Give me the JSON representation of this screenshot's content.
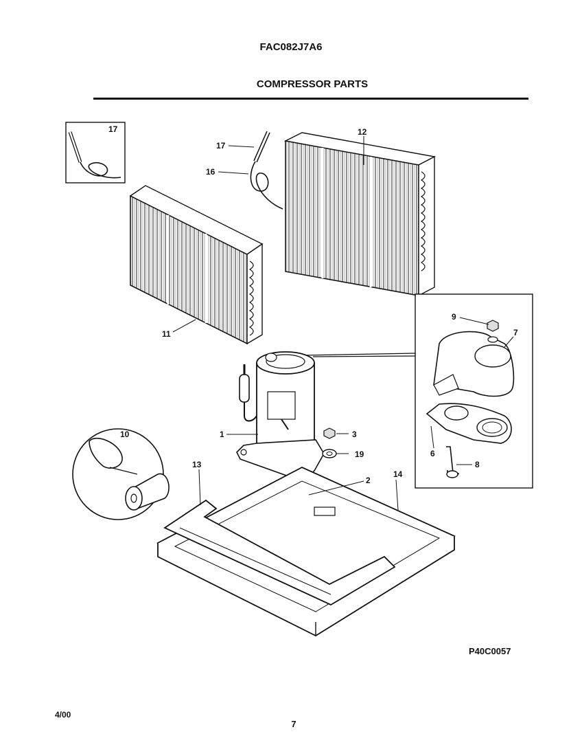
{
  "header": {
    "model": "FAC082J7A6",
    "section": "COMPRESSOR PARTS"
  },
  "callouts": {
    "c1": "1",
    "c2": "2",
    "c3": "3",
    "c6": "6",
    "c7": "7",
    "c8": "8",
    "c9": "9",
    "c10": "10",
    "c11": "11",
    "c12": "12",
    "c13": "13",
    "c14": "14",
    "c16": "16",
    "c17a": "17",
    "c17b": "17",
    "c19": "19"
  },
  "footer": {
    "drawing_code": "P40C0057",
    "date": "4/00",
    "page_number": "7"
  }
}
